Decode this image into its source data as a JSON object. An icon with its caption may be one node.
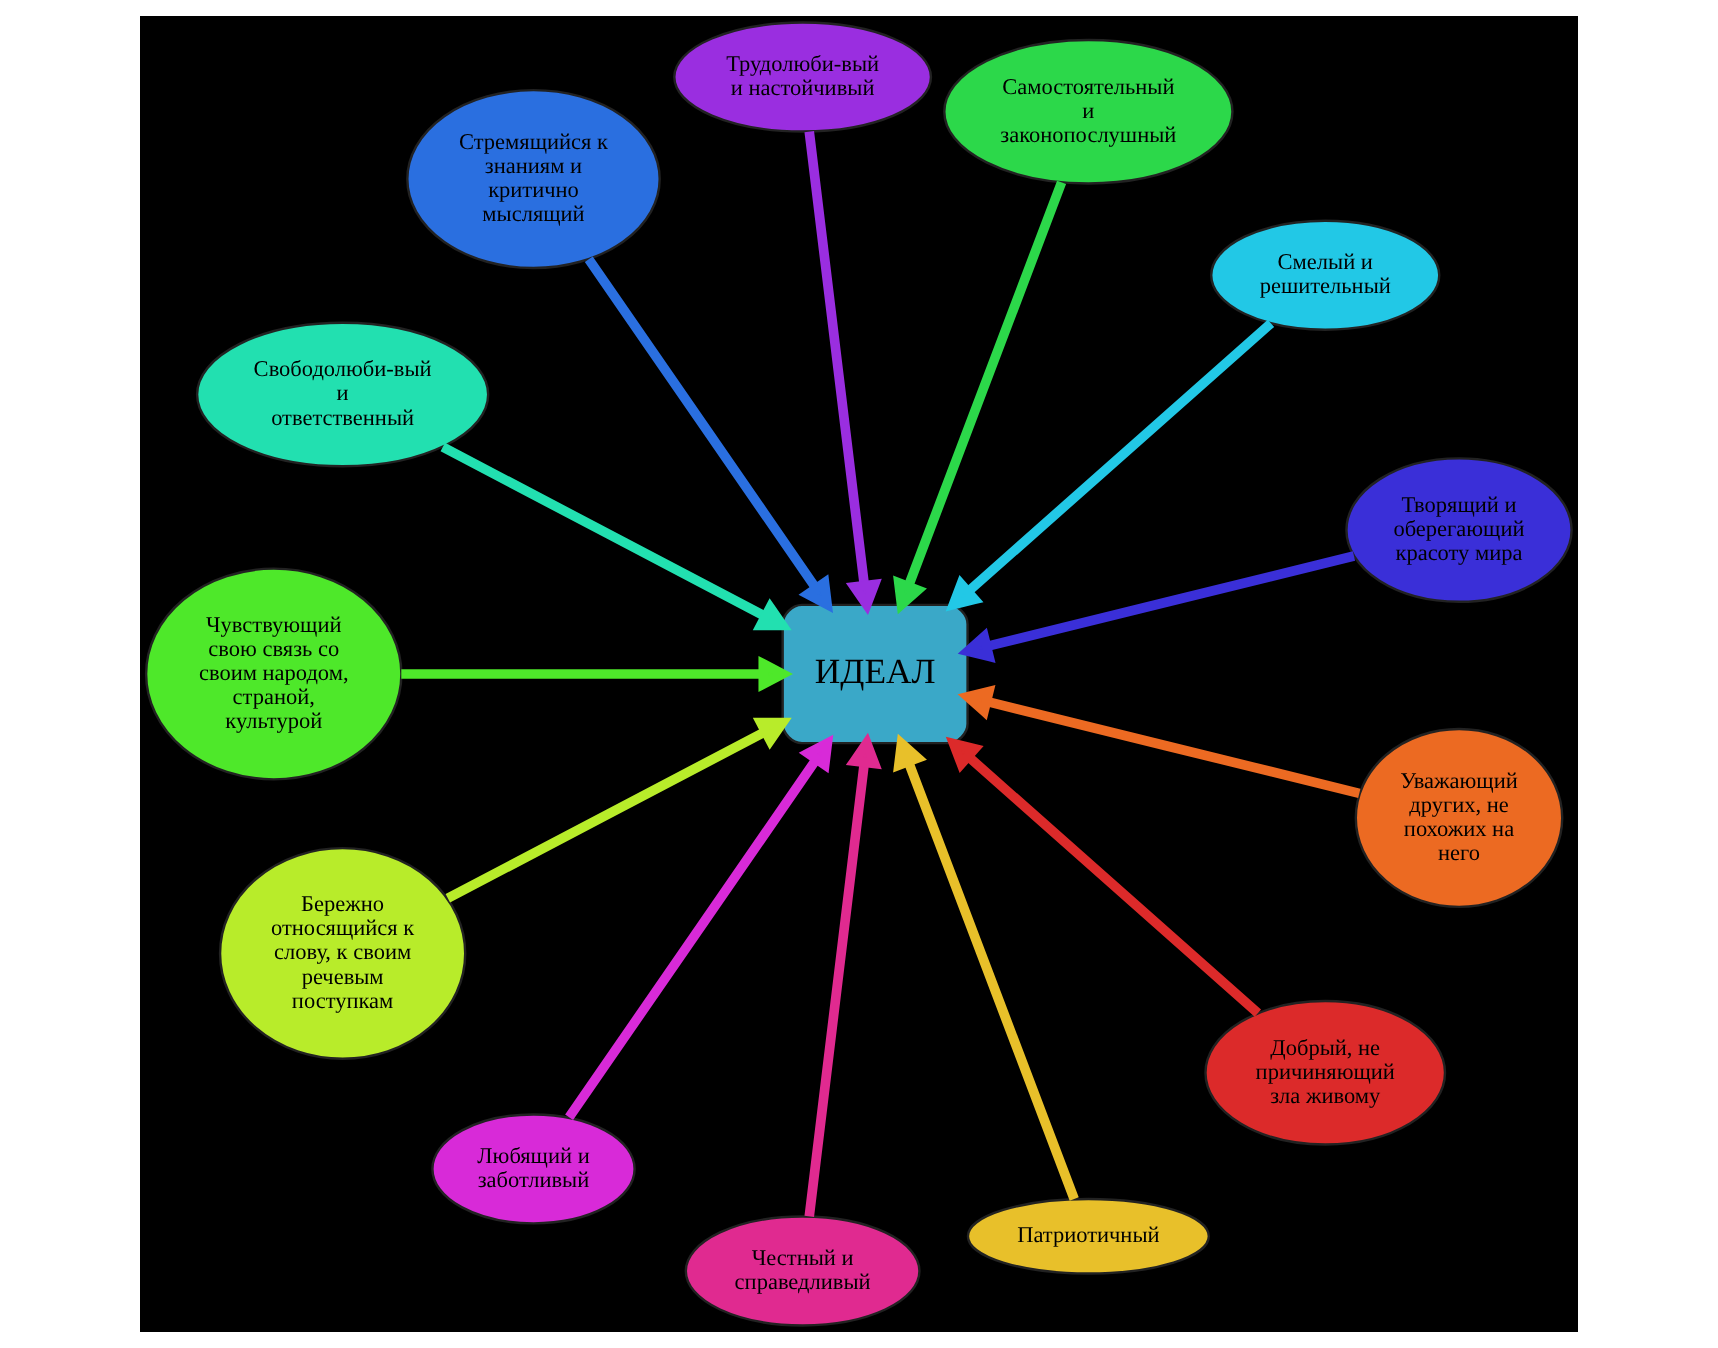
{
  "diagram": {
    "nodes": [
      {
        "text": [
          "Творящий и оберегающий красоту мира"
        ]
      },
      {
        "text": [
          "Смелый и решительный"
        ]
      },
      {
        "text": [
          "Самостоятельный и законопослушный"
        ]
      },
      {
        "text": [
          "Трудолюби-вый и настойчивый"
        ]
      },
      {
        "text": [
          "Стремящийся к знаниям и критично мыслящий"
        ]
      },
      {
        "text": [
          "Свободолюби-вый и ответственный"
        ]
      },
      {
        "text": [
          "Чувствующий свою связь со своим народом, страной, культурой"
        ]
      },
      {
        "text": [
          "Бережно относящийся к слову, к своим речевым поступкам"
        ]
      },
      {
        "text": [
          "Любящий и заботливый"
        ]
      },
      {
        "text": [
          "Честный и справедливый"
        ]
      },
      {
        "text": [
          "Патриотичный"
        ]
      },
      {
        "text": [
          "Добрый, не причиняющий зла живому"
        ]
      },
      {
        "text": [
          "ИДЕАЛ"
        ]
      },
      {
        "text": [
          "Уважающий других, не похожих на него"
        ]
      }
    ],
    "edges": [
      {
        "from": 0,
        "to": 12,
        "arrow": "to",
        "color": "#3a2fd8"
      },
      {
        "from": 1,
        "to": 12,
        "arrow": "to",
        "color": "#22c8e6"
      },
      {
        "from": 2,
        "to": 12,
        "arrow": "to",
        "color": "#2cd84a"
      },
      {
        "from": 3,
        "to": 12,
        "arrow": "to",
        "color": "#9a2ee0"
      },
      {
        "from": 4,
        "to": 12,
        "arrow": "to",
        "color": "#2a6fe0"
      },
      {
        "from": 5,
        "to": 12,
        "arrow": "to",
        "color": "#22e0b0"
      },
      {
        "from": 6,
        "to": 12,
        "arrow": "to",
        "color": "#4ee82a"
      },
      {
        "from": 7,
        "to": 12,
        "arrow": "to",
        "color": "#b8ec2a"
      },
      {
        "from": 8,
        "to": 12,
        "arrow": "to",
        "color": "#d82ad8"
      },
      {
        "from": 9,
        "to": 12,
        "arrow": "to",
        "color": "#e02a90"
      },
      {
        "from": 10,
        "to": 12,
        "arrow": "to",
        "color": "#e8c02a"
      },
      {
        "from": 11,
        "to": 12,
        "arrow": "to",
        "color": "#dc2a2a"
      },
      {
        "from": 13,
        "to": 12,
        "arrow": "to",
        "color": "#ec6a22"
      }
    ]
  }
}
